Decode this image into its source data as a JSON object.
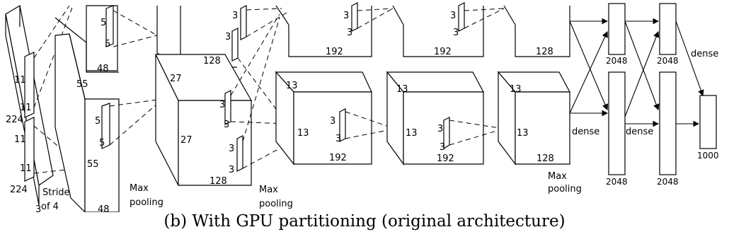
{
  "caption": "(b) With GPU partitioning (original architecture)",
  "input": {
    "size_h": "224",
    "size_w": "224",
    "channels": "3",
    "kernel_h": "11",
    "kernel_w": "11",
    "stride": "Stride",
    "stride_of": "of 4"
  },
  "conv1": {
    "top_depth": "48",
    "bottom_depth": "48",
    "size": "55",
    "size2": "55",
    "kernel_a": "5",
    "kernel_b": "5",
    "kernel_c": "5",
    "kernel_d": "5"
  },
  "pool1": {
    "line1": "Max",
    "line2": "pooling"
  },
  "conv2": {
    "top_depth": "128",
    "bottom_depth": "128",
    "size": "27",
    "size2": "27",
    "kernel_a": "3",
    "kernel_b": "3",
    "kernel_c": "3",
    "kernel_d": "3",
    "kernel_e": "3",
    "kernel_f": "3"
  },
  "pool2": {
    "line1": "Max",
    "line2": "pooling"
  },
  "conv3": {
    "top_depth": "192",
    "bottom_depth": "192",
    "size": "13",
    "size2": "13",
    "k1": "3",
    "k2": "3",
    "k3": "3",
    "k4": "3"
  },
  "conv4": {
    "top_depth": "192",
    "bottom_depth": "192",
    "size": "13",
    "size2": "13",
    "k1": "3",
    "k2": "3",
    "k3": "3",
    "k4": "3"
  },
  "conv5": {
    "top_depth": "128",
    "bottom_depth": "128",
    "size": "13",
    "size2": "13"
  },
  "pool3": {
    "line1": "Max",
    "line2": "pooling"
  },
  "fc": {
    "fc6_top": "2048",
    "fc6_bottom": "2048",
    "fc7_top": "2048",
    "fc7_bottom": "2048",
    "out": "1000",
    "dense1": "dense",
    "dense2": "dense",
    "dense3": "dense"
  }
}
